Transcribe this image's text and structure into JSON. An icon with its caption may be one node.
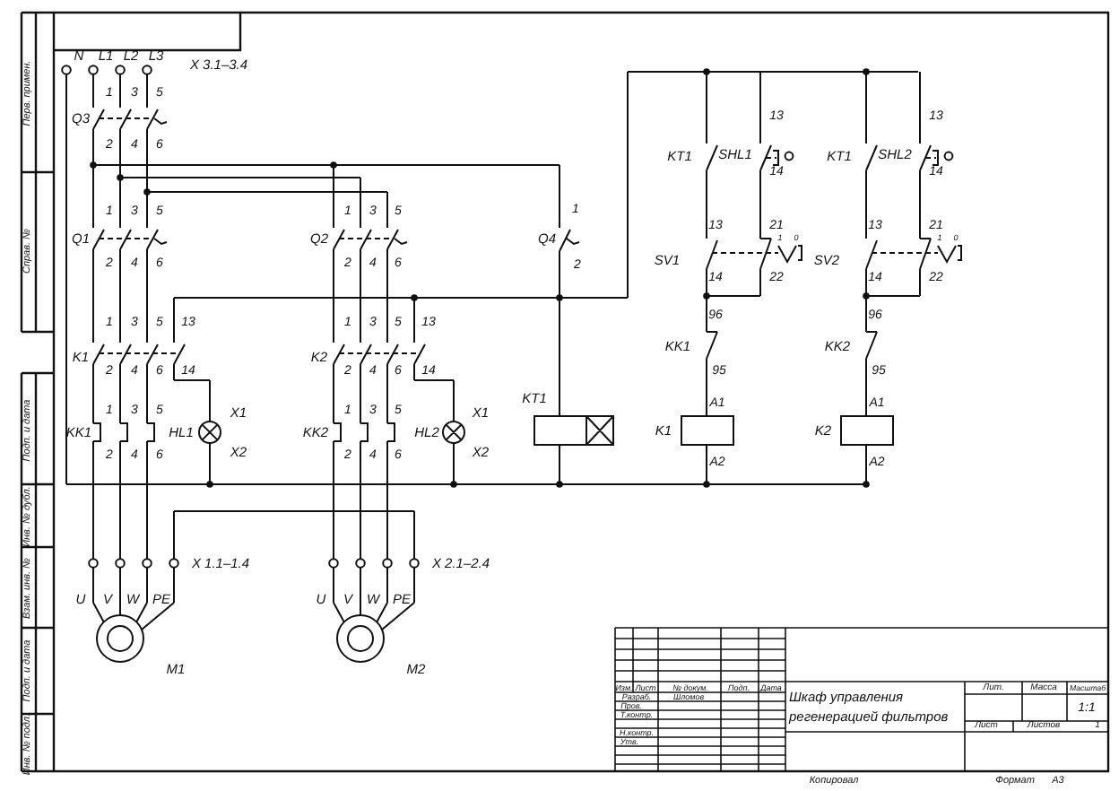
{
  "diagram": {
    "title": "Шкаф управления регенерацией фильтров",
    "labels": [
      "Перв. примен.",
      "Справ. №",
      "Подп. и дата",
      "Инв. № дубл.",
      "Взам. инв. №",
      "Подп. и дата",
      "Инв. № подл.",
      "N",
      "L1",
      "L2",
      "L3",
      "X 3.1–3.4",
      "Q3",
      "1",
      "3",
      "5",
      "2",
      "4",
      "6",
      "Q1",
      "1",
      "3",
      "5",
      "2",
      "4",
      "6",
      "Q2",
      "1",
      "3",
      "5",
      "2",
      "4",
      "6",
      "Q4",
      "1",
      "2",
      "K1",
      "1",
      "3",
      "5",
      "13",
      "2",
      "4",
      "6",
      "14",
      "K2",
      "1",
      "3",
      "5",
      "13",
      "2",
      "4",
      "6",
      "14",
      "KK1",
      "1",
      "3",
      "5",
      "HL1",
      "X1",
      "2",
      "4",
      "6",
      "X2",
      "KK2",
      "1",
      "3",
      "5",
      "HL2",
      "X1",
      "2",
      "4",
      "6",
      "X2",
      "KT1",
      "X 1.1–1.4",
      "X 2.1–2.4",
      "U",
      "V",
      "W",
      "PE",
      "U",
      "V",
      "W",
      "PE",
      "M1",
      "M2",
      "13",
      "KT1",
      "SHL1",
      "14",
      "13",
      "KT1",
      "SHL2",
      "14",
      "13",
      "21",
      "1",
      "0",
      "SV1",
      "14",
      "22",
      "13",
      "21",
      "1",
      "0",
      "SV2",
      "14",
      "22",
      "96",
      "KK1",
      "95",
      "96",
      "KK2",
      "95",
      "A1",
      "K1",
      "A2",
      "A1",
      "K2",
      "A2",
      "Изм.",
      "Лист",
      "№ докум.",
      "Подп.",
      "Дата",
      "Разраб.",
      "Шломов",
      "Пров.",
      "Т.контр.",
      "Н.контр.",
      "Утв.",
      "Лит.",
      "Масса",
      "Масштаб",
      "1:1",
      "Лист",
      "Листов",
      "1",
      "Копировал",
      "Формат",
      "A3"
    ]
  }
}
